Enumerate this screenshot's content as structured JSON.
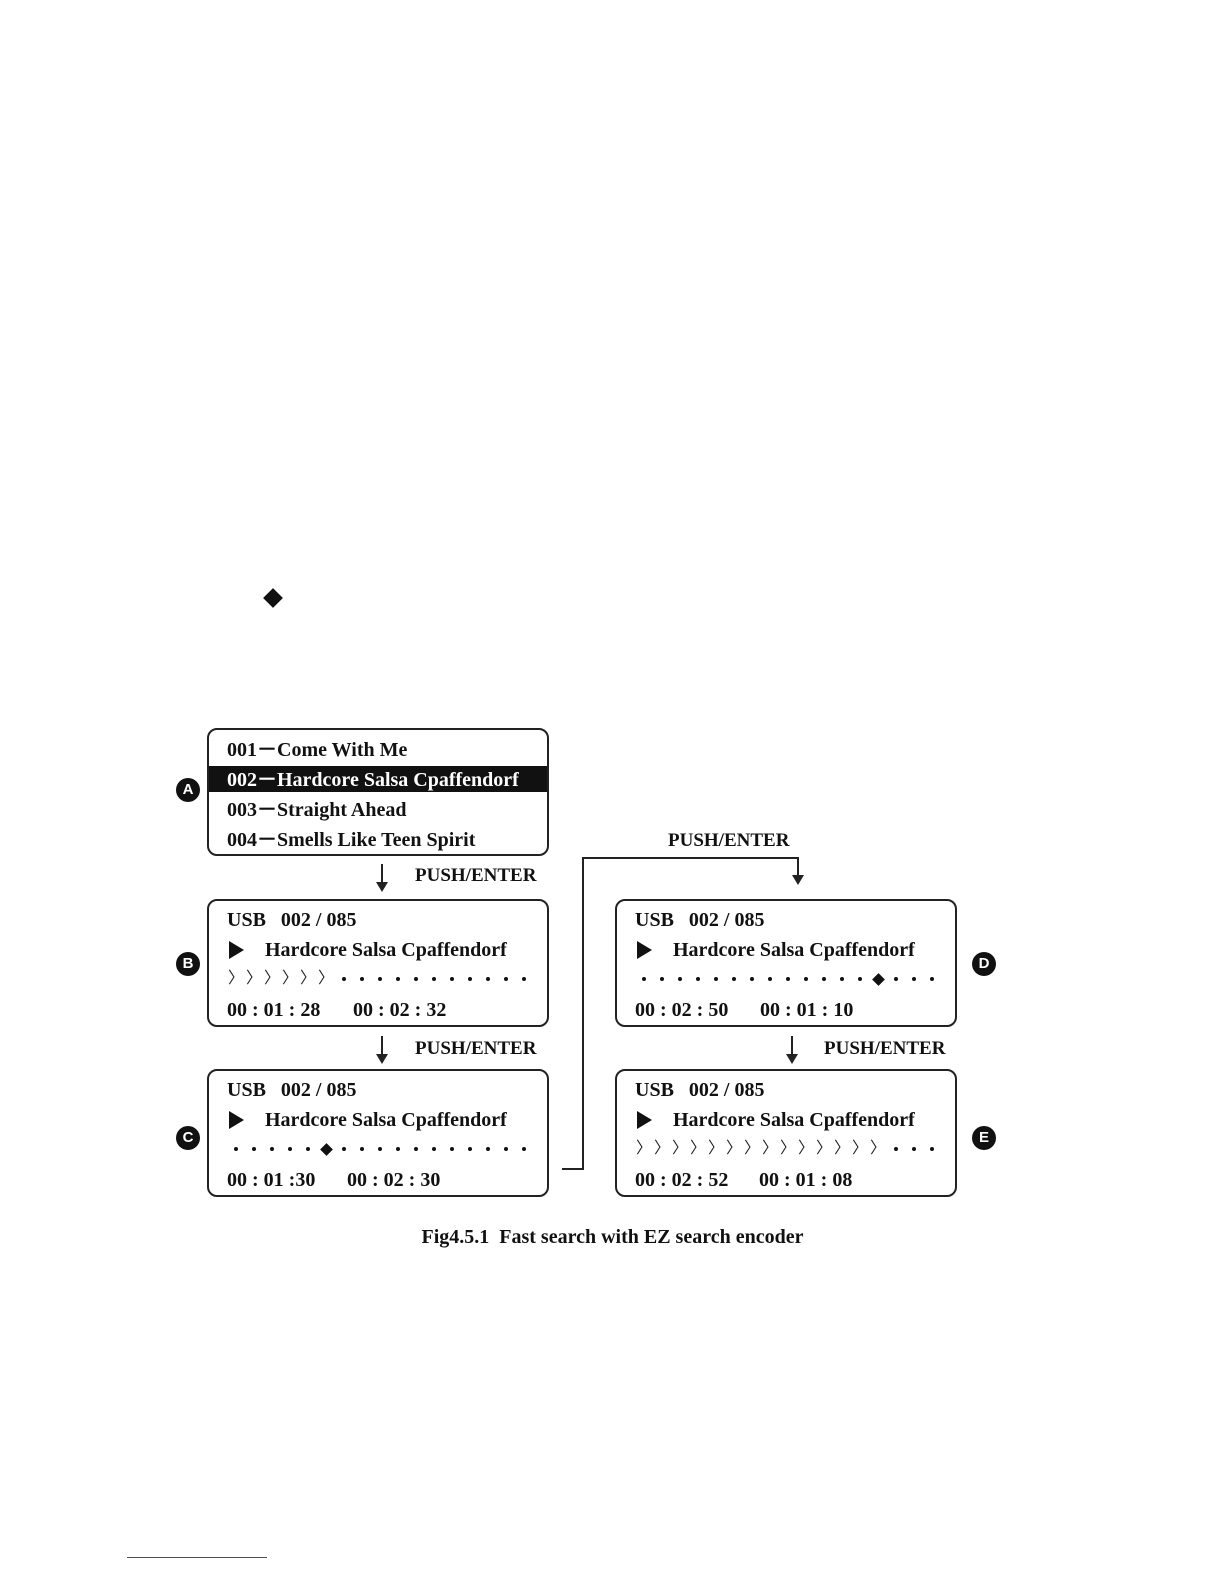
{
  "bullet": {
    "icon": "diamond-bullet-icon"
  },
  "screens": {
    "a": {
      "label": "A",
      "rows": [
        {
          "text": "001－Come With Me",
          "selected": false
        },
        {
          "text": "002－Hardcore Salsa Cpaffendorf",
          "selected": true
        },
        {
          "text": "003－Straight Ahead",
          "selected": false
        },
        {
          "text": "004－Smells Like Teen Spirit",
          "selected": false
        }
      ]
    },
    "b": {
      "label": "B",
      "header": "USB   002 / 085",
      "title": "Hardcore Salsa Cpaffendorf",
      "progress": [
        "c",
        "c",
        "c",
        "c",
        "c",
        "c",
        "d",
        "d",
        "d",
        "d",
        "d",
        "d",
        "d",
        "d",
        "d",
        "d",
        "d"
      ],
      "elapsed": "00 : 01 : 28",
      "remaining": "00 : 02 : 32"
    },
    "c": {
      "label": "C",
      "header": "USB   002 / 085",
      "title": "Hardcore Salsa Cpaffendorf",
      "progress": [
        "d",
        "d",
        "d",
        "d",
        "d",
        "D",
        "d",
        "d",
        "d",
        "d",
        "d",
        "d",
        "d",
        "d",
        "d",
        "d",
        "d"
      ],
      "elapsed": "00 : 01 :30",
      "remaining": "00 : 02 : 30"
    },
    "d": {
      "label": "D",
      "header": "USB   002 / 085",
      "title": "Hardcore Salsa Cpaffendorf",
      "progress": [
        "d",
        "d",
        "d",
        "d",
        "d",
        "d",
        "d",
        "d",
        "d",
        "d",
        "d",
        "d",
        "d",
        "D",
        "d",
        "d",
        "d"
      ],
      "elapsed": "00 : 02 : 50",
      "remaining": "00 : 01 : 10"
    },
    "e": {
      "label": "E",
      "header": "USB   002 / 085",
      "title": "Hardcore Salsa Cpaffendorf",
      "progress": [
        "c",
        "c",
        "c",
        "c",
        "c",
        "c",
        "c",
        "c",
        "c",
        "c",
        "c",
        "c",
        "c",
        "c",
        "d",
        "d",
        "d"
      ],
      "elapsed": "00 : 02 : 52",
      "remaining": "00 : 01 : 08"
    }
  },
  "transitions": {
    "a_to_b": "PUSH/ENTER",
    "b_to_c": "PUSH/ENTER",
    "c_to_d": "PUSH/ENTER",
    "d_to_e": "PUSH/ENTER"
  },
  "caption": "Fig4.5.1  Fast search with EZ search encoder"
}
